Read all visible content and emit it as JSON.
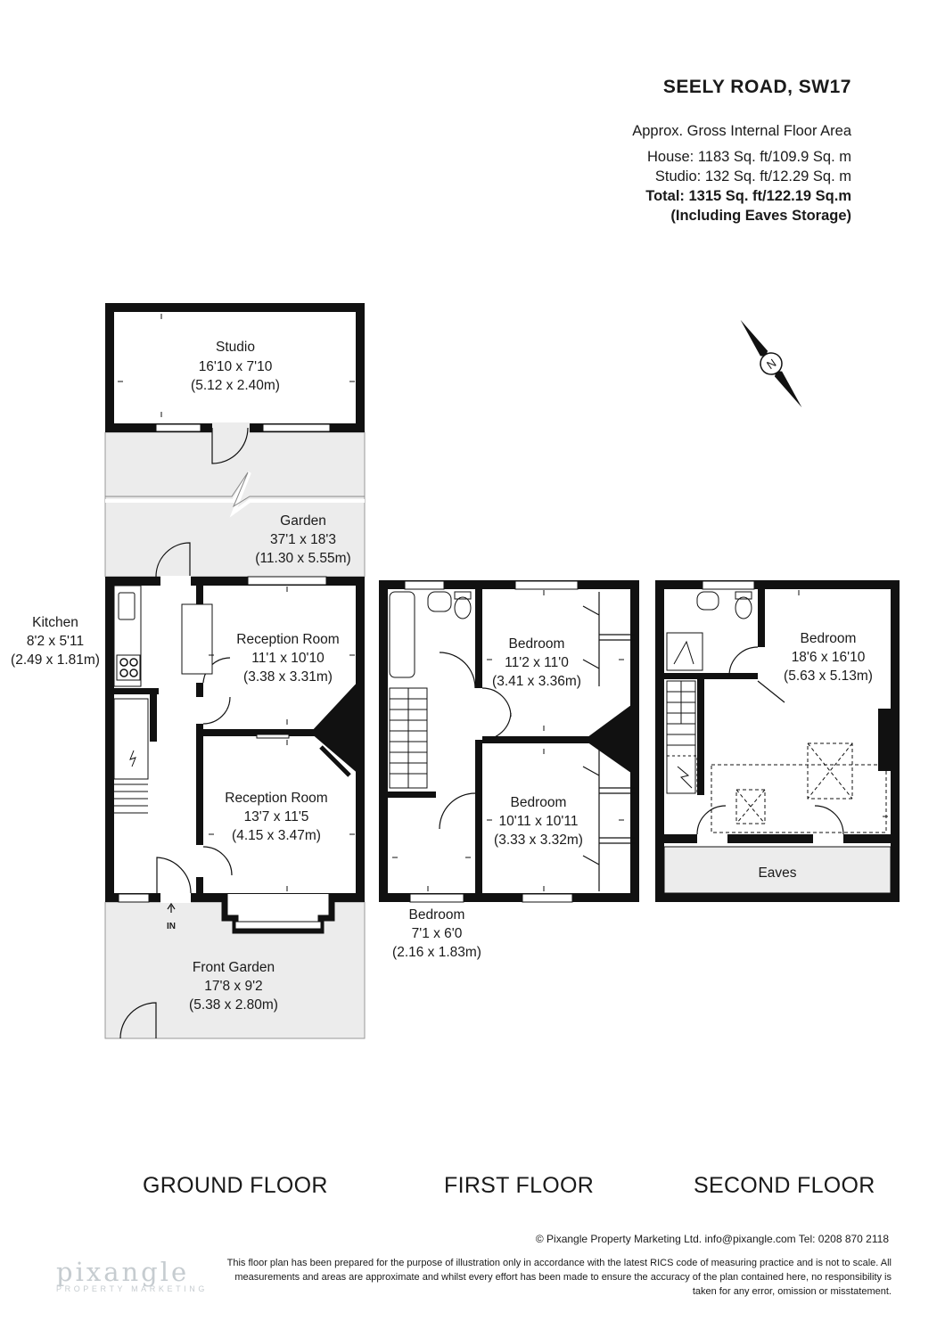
{
  "header": {
    "title": "SEELY ROAD, SW17",
    "subtitle": "Approx. Gross Internal Floor Area",
    "house": "House: 1183 Sq. ft/109.9 Sq. m",
    "studio": "Studio: 132 Sq. ft/12.29 Sq. m",
    "total": "Total: 1315 Sq. ft/122.19 Sq.m",
    "eaves_note": "(Including Eaves Storage)"
  },
  "compass": {
    "letter": "N"
  },
  "rooms": {
    "studio": {
      "name": "Studio",
      "imperial": "16'10 x 7'10",
      "metric": "(5.12 x 2.40m)"
    },
    "garden": {
      "name": "Garden",
      "imperial": "37'1 x 18'3",
      "metric": "(11.30 x 5.55m)"
    },
    "kitchen": {
      "name": "Kitchen",
      "imperial": "8'2 x 5'11",
      "metric": "(2.49 x 1.81m)"
    },
    "reception1": {
      "name": "Reception Room",
      "imperial": "11'1 x 10'10",
      "metric": "(3.38 x 3.31m)"
    },
    "reception2": {
      "name": "Reception Room",
      "imperial": "13'7 x 11'5",
      "metric": "(4.15 x 3.47m)"
    },
    "entrance": {
      "label": "IN"
    },
    "front_garden": {
      "name": "Front Garden",
      "imperial": "17'8 x 9'2",
      "metric": "(5.38 x 2.80m)"
    },
    "bedroom_ff_rear": {
      "name": "Bedroom",
      "imperial": "11'2 x 11'0",
      "metric": "(3.41 x 3.36m)"
    },
    "bedroom_ff_front": {
      "name": "Bedroom",
      "imperial": "10'11 x 10'11",
      "metric": "(3.33 x 3.32m)"
    },
    "bedroom_ff_small": {
      "name": "Bedroom",
      "imperial": "7'1 x 6'0",
      "metric": "(2.16 x 1.83m)"
    },
    "bedroom_sf": {
      "name": "Bedroom",
      "imperial": "18'6 x 16'10",
      "metric": "(5.63 x 5.13m)"
    },
    "eaves": {
      "name": "Eaves"
    }
  },
  "floors": {
    "ground": "GROUND FLOOR",
    "first": "FIRST FLOOR",
    "second": "SECOND FLOOR"
  },
  "footer": {
    "credit": "© Pixangle Property Marketing Ltd. info@pixangle.com Tel: 0208 870 2118",
    "disclaimer": "This floor plan has been prepared for the purpose of illustration only in accordance with the latest RICS code of measuring practice and is not to scale. All measurements and areas are approximate and whilst every effort has been made to ensure the accuracy of the plan contained here, no responsibility is taken for any error, omission or misstatement.",
    "logo": "pixangle",
    "logo_sub": "PROPERTY MARKETING"
  },
  "colors": {
    "wall": "#111111",
    "garden_fill": "#ececec",
    "logo": "#c6ccd0"
  }
}
